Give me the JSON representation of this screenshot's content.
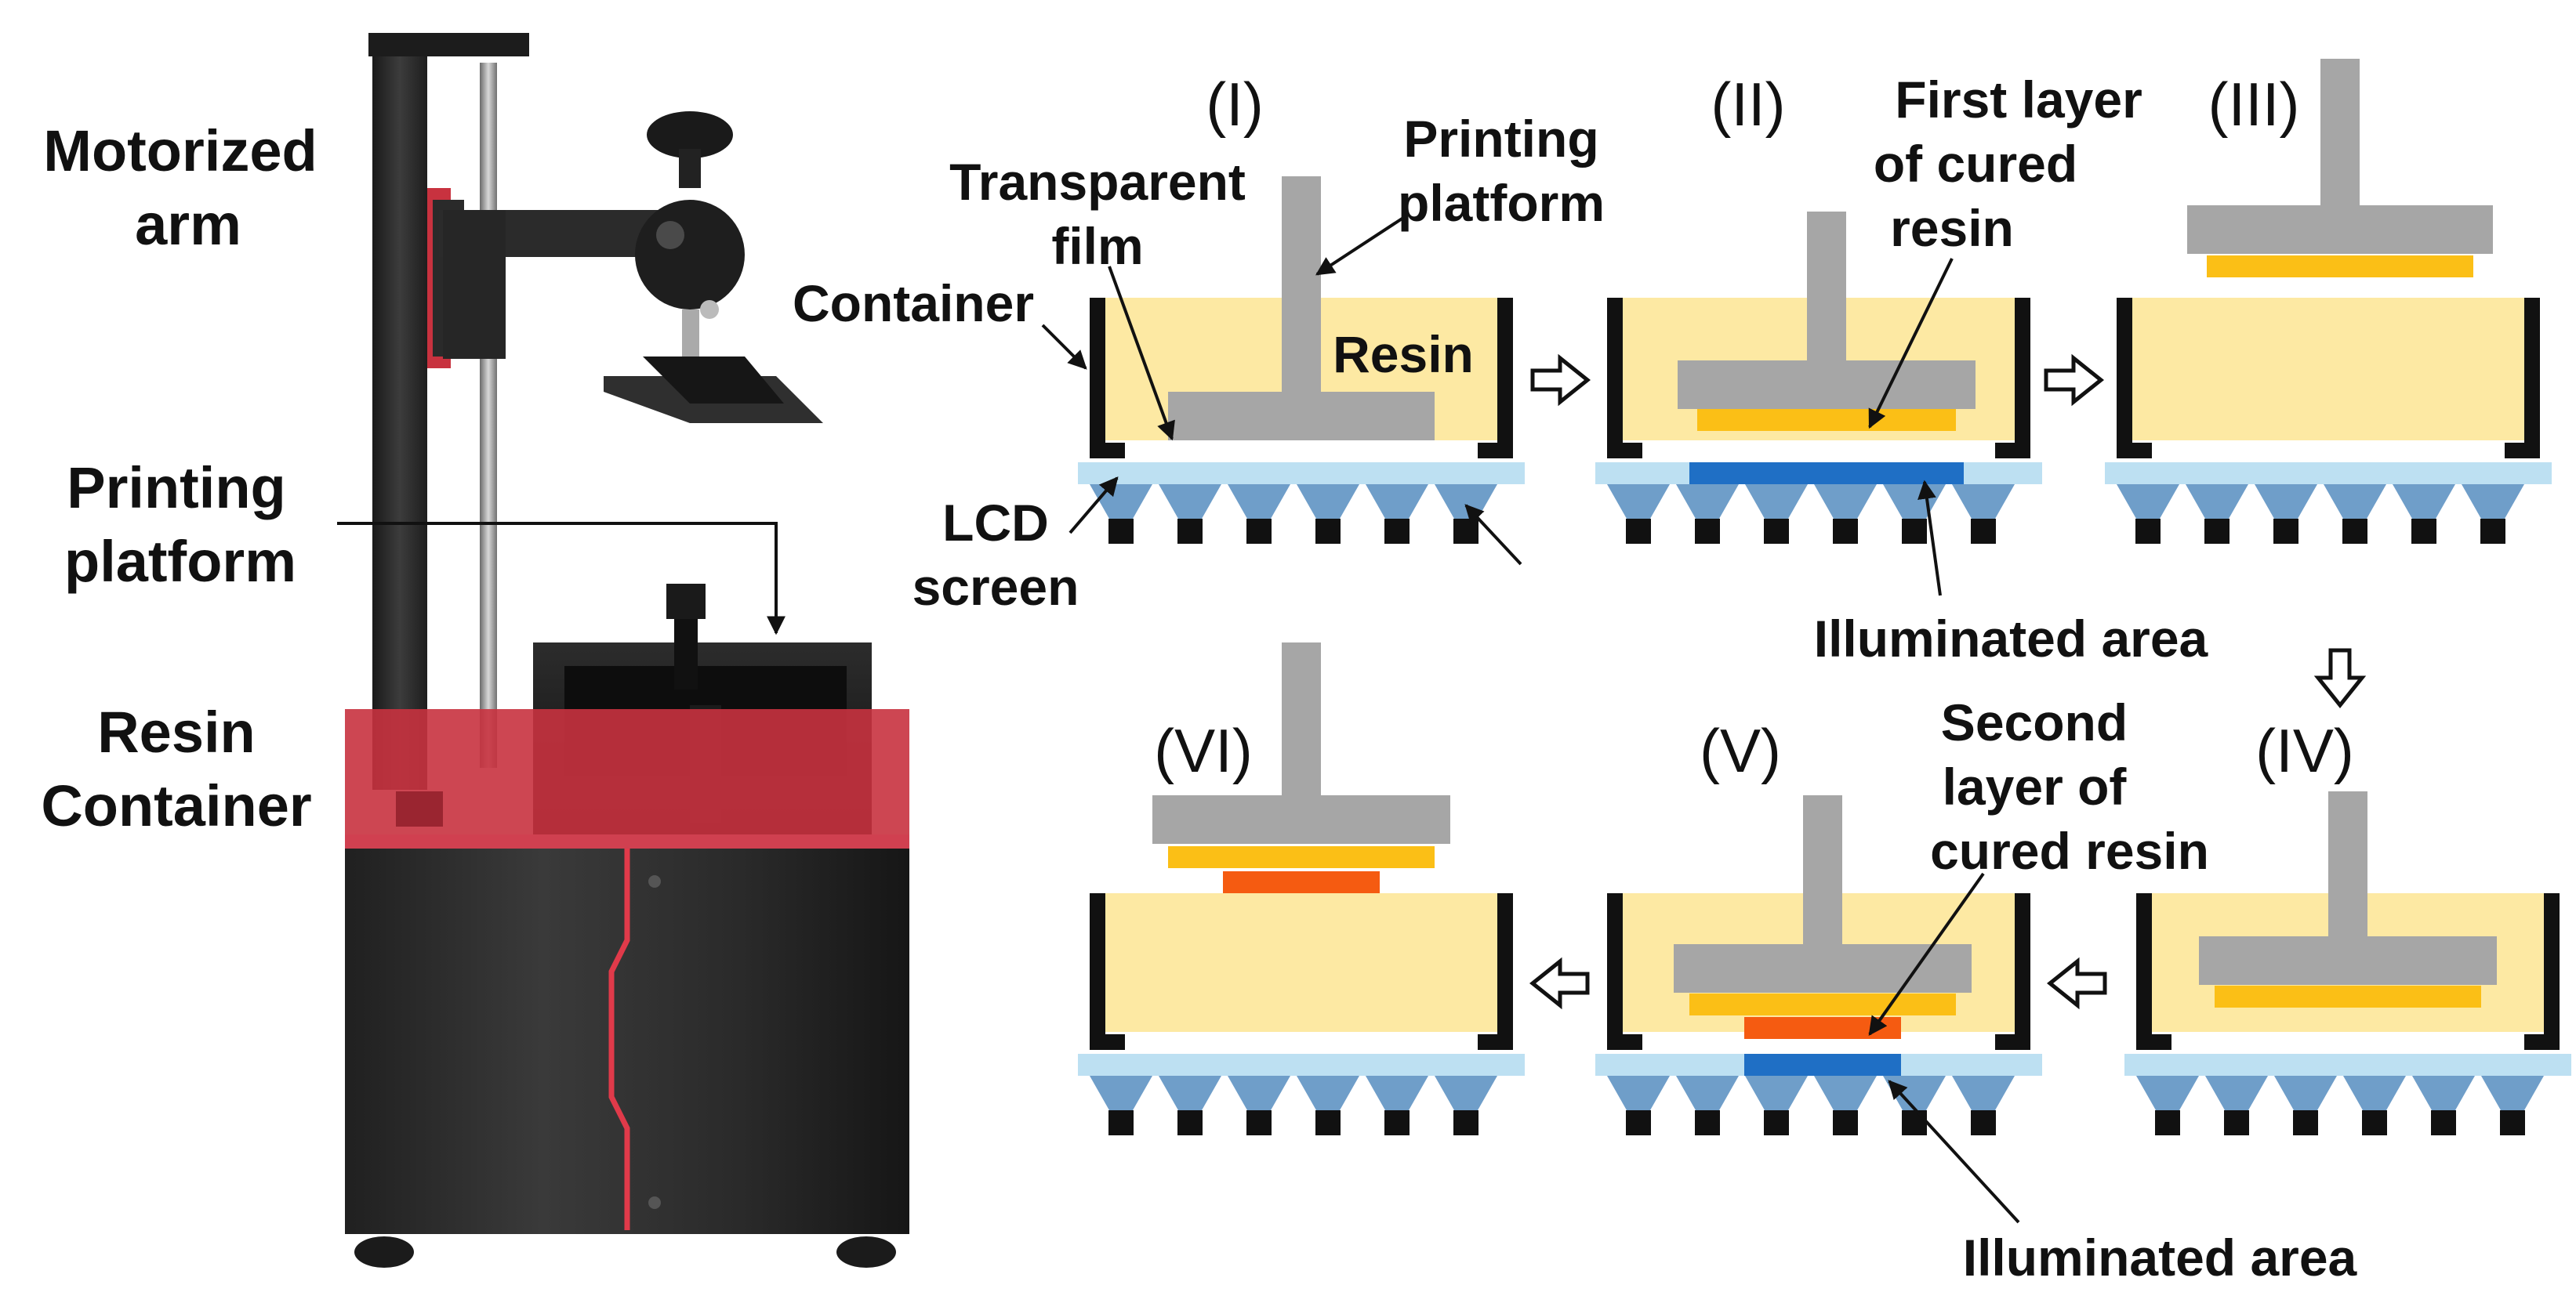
{
  "labels": {
    "motorized_arm": [
      "Motorized",
      "arm"
    ],
    "printing_platform_left": [
      "Printing",
      "platform"
    ],
    "resin_container": [
      "Resin",
      "Container"
    ],
    "transparent_film": [
      "Transparent",
      "film"
    ],
    "printing_platform": [
      "Printing",
      "platform"
    ],
    "container": "Container",
    "resin": "Resin",
    "lcd_screen": [
      "LCD",
      "screen"
    ],
    "first_layer": [
      "First layer",
      "of cured",
      "resin"
    ],
    "illuminated_area_1": "Illuminated area",
    "second_layer": [
      "Second",
      "layer of",
      "cured resin"
    ],
    "illuminated_area_2": "Illuminated area"
  },
  "stages": [
    "(I)",
    "(II)",
    "(III)",
    "(IV)",
    "(V)",
    "(VI)"
  ],
  "colors": {
    "resin": "#fde9a3",
    "platform": "#a6a6a6",
    "lcd": "#bde0f2",
    "led": "#6f9ec9",
    "illuminated": "#1f6fc5",
    "first_layer": "#fbbf16",
    "second_layer": "#f55b11",
    "printer_accent": "#d23545"
  }
}
